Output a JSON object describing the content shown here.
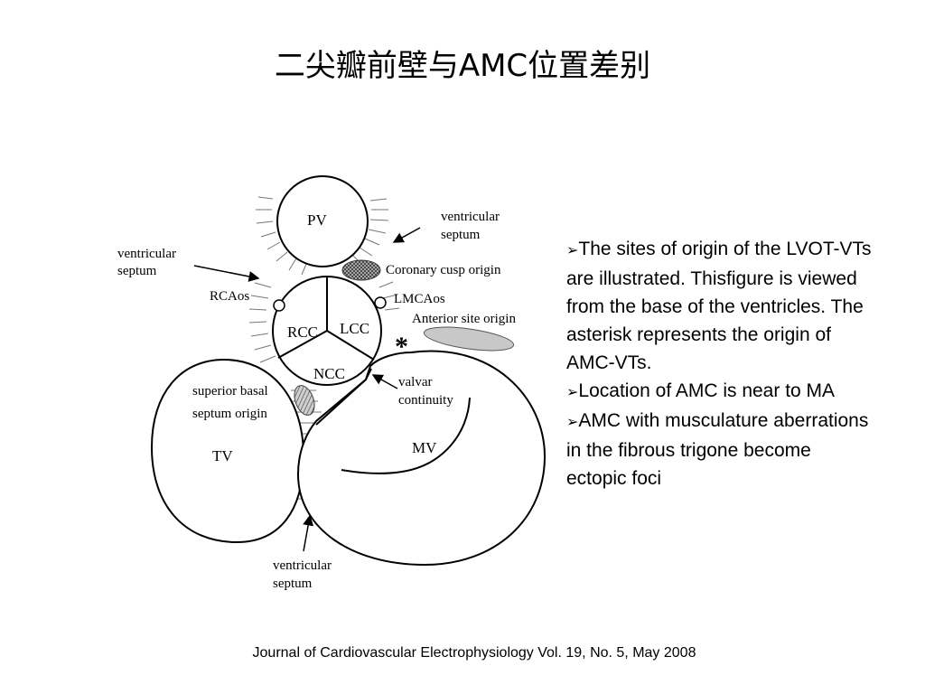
{
  "title": "二尖瓣前壁与AMC位置差别",
  "diagram": {
    "labels": {
      "pv": "PV",
      "rcc": "RCC",
      "lcc": "LCC",
      "ncc": "NCC",
      "tv": "TV",
      "mv": "MV",
      "rcaos": "RCAos",
      "lmcaos": "LMCAos",
      "vs_left_1": "ventricular",
      "vs_left_2": "septum",
      "vs_top_1": "ventricular",
      "vs_top_2": "septum",
      "vs_bottom_1": "ventricular",
      "vs_bottom_2": "septum",
      "coronary_cusp_origin": "Coronary cusp origin",
      "anterior_site_origin": "Anterior site origin",
      "superior_basal_1": "superior basal",
      "superior_basal_2": "septum origin",
      "valvar_1": "valvar",
      "valvar_2": "continuity",
      "asterisk": "*"
    }
  },
  "notes": [
    "The sites of origin of the LVOT-VTs are illustrated. Thisfigure is viewed from the base of the ventricles. The asterisk represents the origin of AMC-VTs.",
    "Location of  AMC is near to MA",
    "AMC with musculature aberrations in the fibrous trigone become ectopic foci"
  ],
  "bullet_icon": "arrowhead-bullet-icon",
  "citation": "Journal of Cardiovascular Electrophysiology Vol. 19, No. 5, May 2008"
}
